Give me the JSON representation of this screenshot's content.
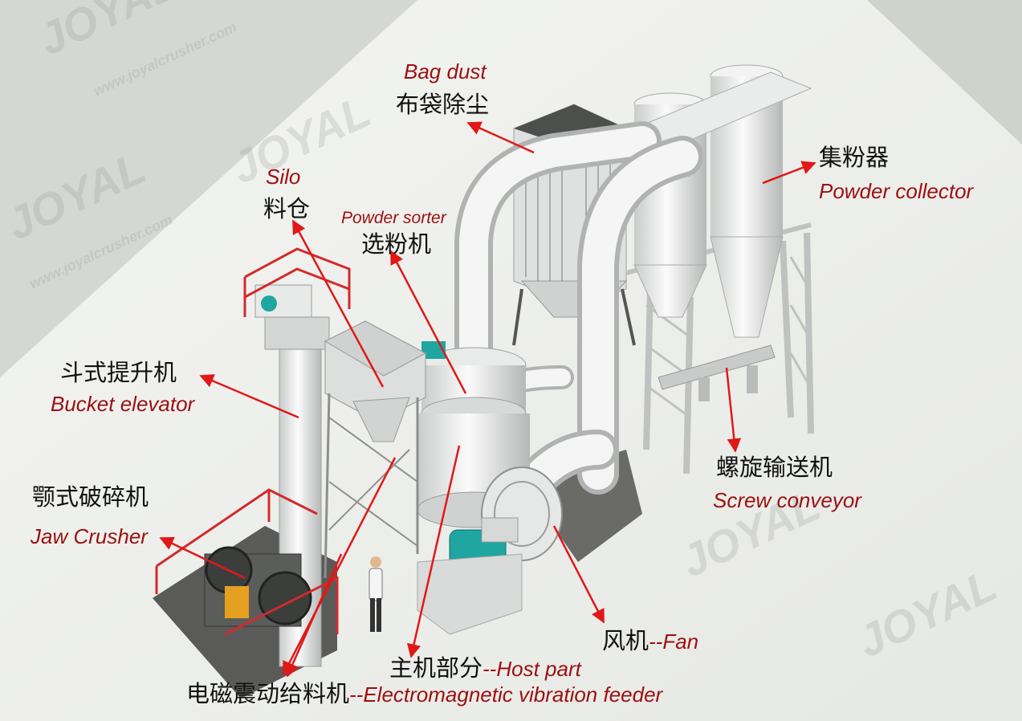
{
  "labels": {
    "bag_dust": {
      "en": "Bag dust",
      "zh": "布袋除尘"
    },
    "powder_collector": {
      "zh": "集粉器",
      "en": "Powder collector"
    },
    "silo": {
      "en": "Silo",
      "zh": "料仓"
    },
    "powder_sorter": {
      "en": "Powder sorter",
      "zh": "选粉机"
    },
    "bucket_elevator": {
      "zh": "斗式提升机",
      "en": "Bucket elevator"
    },
    "screw_conveyor": {
      "zh": "螺旋输送机",
      "en": "Screw conveyor"
    },
    "jaw_crusher": {
      "zh": "颚式破碎机",
      "en": "Jaw Crusher"
    },
    "fan": {
      "zh": "风机",
      "sep": "--",
      "en": "Fan"
    },
    "host_part": {
      "zh": "主机部分",
      "sep": "--",
      "en": "Host part"
    },
    "vibration_feeder": {
      "zh": "电磁震动给料机",
      "sep": "--",
      "en": "Electromagnetic vibration feeder"
    }
  },
  "watermark": {
    "brand": "JOYAL",
    "site": "www.joyalcrusher.com"
  },
  "colors": {
    "label_en": "#9b1010",
    "label_zh": "#111111",
    "arrow": "#e01818",
    "machine_body": "#eef0ef",
    "motor": "#1fa6a0",
    "railing": "#d42a2a"
  }
}
